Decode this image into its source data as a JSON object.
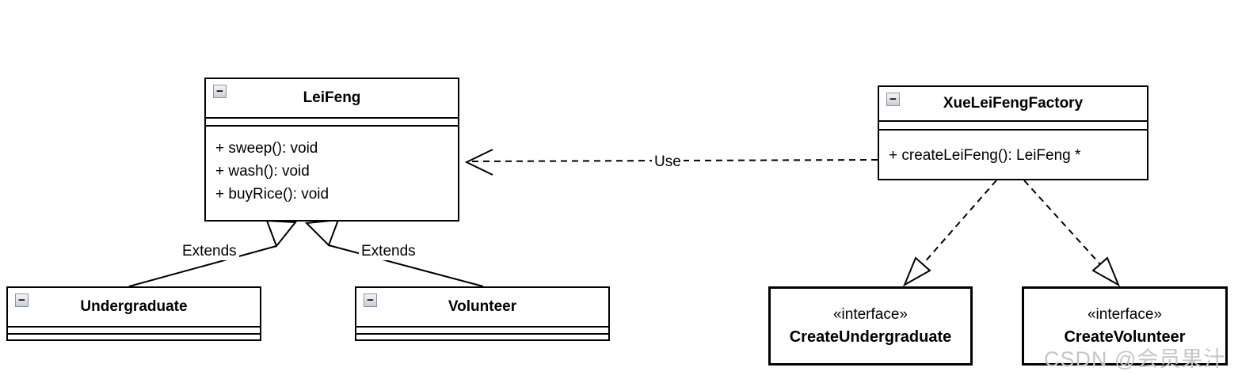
{
  "classes": {
    "leifeng": {
      "name": "LeiFeng",
      "methods": [
        "+ sweep(): void",
        "+ wash(): void",
        "+ buyRice(): void"
      ]
    },
    "factory": {
      "name": "XueLeiFengFactory",
      "methods": [
        "+ createLeiFeng(): LeiFeng *"
      ]
    },
    "undergraduate": {
      "name": "Undergraduate"
    },
    "volunteer": {
      "name": "Volunteer"
    },
    "create_undergraduate": {
      "stereotype": "«interface»",
      "name": "CreateUndergraduate"
    },
    "create_volunteer": {
      "stereotype": "«interface»",
      "name": "CreateVolunteer"
    }
  },
  "edges": {
    "use": {
      "label": "Use"
    },
    "extends_left": {
      "label": "Extends"
    },
    "extends_right": {
      "label": "Extends"
    }
  },
  "icons": {
    "collapse_glyph": "−"
  },
  "watermark": "CSDN @会员果汁",
  "colors": {
    "line": "#000000",
    "background": "#ffffff",
    "watermark": "#c6c6c6",
    "collapse_border": "#8a93a2"
  }
}
